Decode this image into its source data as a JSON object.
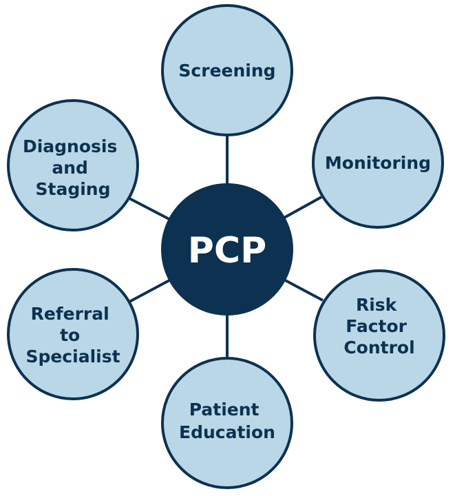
{
  "diagram": {
    "center": {
      "label": "PCP"
    },
    "nodes": [
      {
        "id": "screening",
        "lines": [
          "Screening"
        ]
      },
      {
        "id": "monitoring",
        "lines": [
          "Monitoring"
        ]
      },
      {
        "id": "risk-factor-control",
        "lines": [
          "Risk",
          "Factor",
          "Control"
        ]
      },
      {
        "id": "patient-education",
        "lines": [
          "Patient",
          "Education"
        ]
      },
      {
        "id": "referral-to-specialist",
        "lines": [
          "Referral",
          "to",
          "Specialist"
        ]
      },
      {
        "id": "diagnosis-and-staging",
        "lines": [
          "Diagnosis",
          "and",
          "Staging"
        ]
      }
    ]
  },
  "colors": {
    "navy": "#0d3150",
    "node_fill": "#b9d7e6",
    "background": "#ffffff"
  }
}
